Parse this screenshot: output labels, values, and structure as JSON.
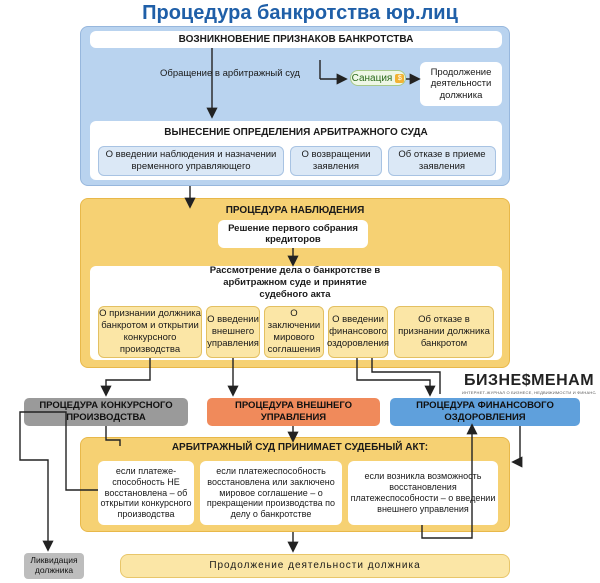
{
  "title": "Процедура банкротства юр.лиц",
  "blue_section": {
    "signs_header": "ВОЗНИКНОВЕНИЕ ПРИЗНАКОВ БАНКРОТСТВА",
    "court_appeal": "Обращение в арбитражный суд",
    "sanacia": "Санация",
    "continue_short": "Продолжение деятельности должника",
    "ruling_header": "ВЫНЕСЕНИЕ ОПРЕДЕЛЕНИЯ АРБИТРАЖНОГО СУДА",
    "ruling_options": [
      "О введении наблюдения и назначении временного управляющего",
      "О возвращении заявления",
      "Об отказе в приеме заявления"
    ]
  },
  "yellow_section": {
    "observation_header": "ПРОЦЕДУРА НАБЛЮДЕНИЯ",
    "creditors_meeting": "Решение первого собрания кредиторов",
    "case_review": "Рассмотрение дела о банкротстве в арбитражном суде  и принятие судебного акта",
    "acts": [
      "О признании должника банкротом и открытии конкурсного производства",
      "О введении внешнего управления",
      "О заключении мирового соглашения",
      "О введении финансового оздоровления",
      "Об отказе в признании должника банкротом"
    ]
  },
  "procedures": {
    "competitive": "ПРОЦЕДУРА КОНКУРСНОГО ПРОИЗВОДСТВА",
    "external": "ПРОЦЕДУРА ВНЕШНЕГО УПРАВЛЕНИЯ",
    "financial": "ПРОЦЕДУРА ФИНАНСОВОГО ОЗДОРОВЛЕНИЯ"
  },
  "logo": {
    "name": "БИЗНЕ$МЕНАМ",
    "tagline": "ИНТЕРНЕТ-ЖУРНАЛ О БИЗНЕСЕ, НЕДВИЖИМОСТИ И ФИНАНСАХ"
  },
  "final_section": {
    "header": "АРБИТРАЖНЫЙ СУД ПРИНИМАЕТ СУДЕБНЫЙ АКТ:",
    "outcomes": [
      "если платеже-способность НЕ восстановлена – об открытии конкурсного производства",
      "если платежеспособность восстановлена или заключено мировое соглашение – о прекращении производства по делу о банкротстве",
      "если возникла возможность восстановления платежеспособности – о введении внешнего управления"
    ],
    "liquidation": "Ликвидация должника",
    "continue_long": "Продолжение деятельности должника"
  }
}
